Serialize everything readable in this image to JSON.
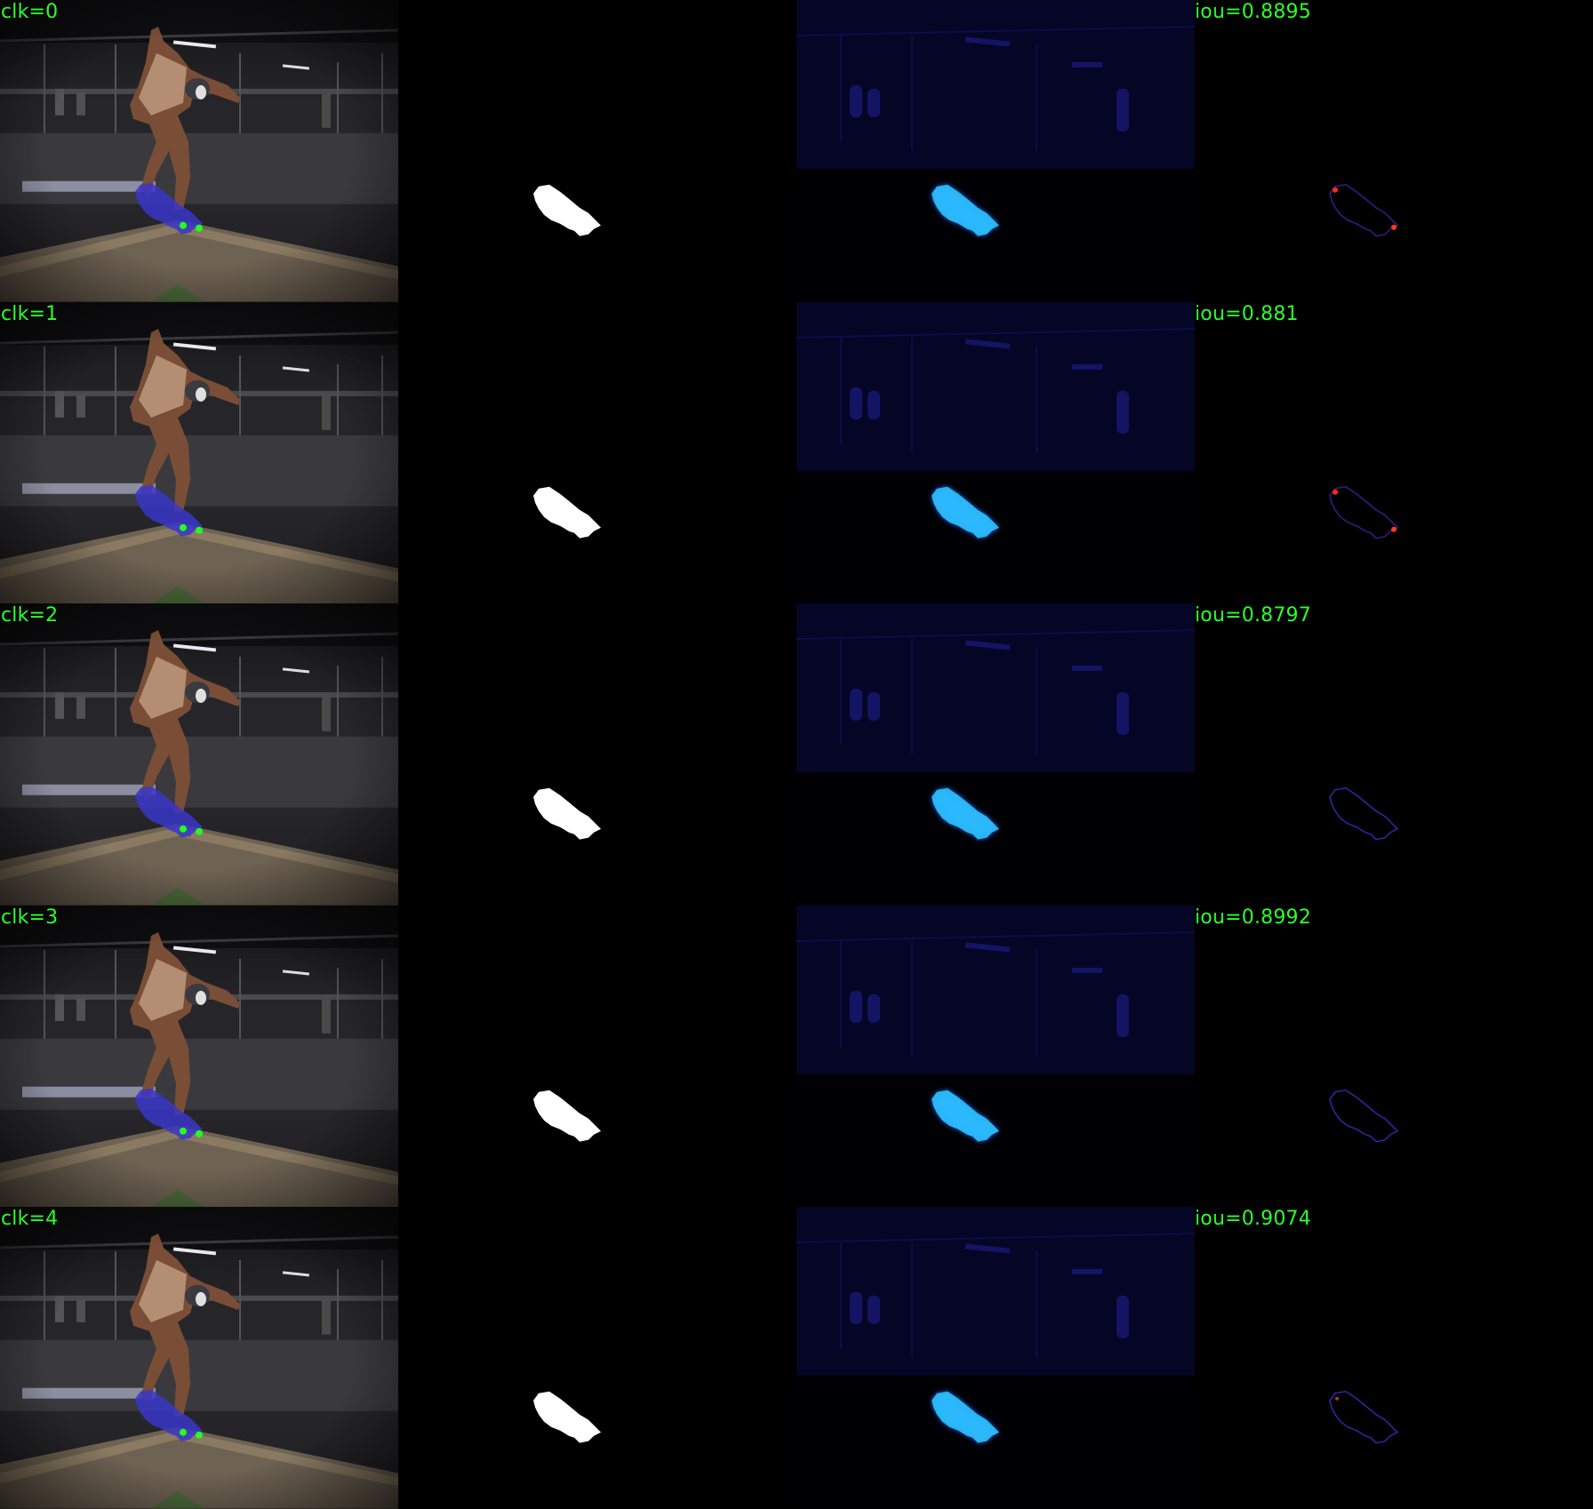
{
  "label_color": "#2bff2b",
  "rows": [
    {
      "click_label": "clk=0",
      "iou_label": "iou=0.8895",
      "click_points": [
        [
          0.46,
          0.76
        ],
        [
          0.505,
          0.76
        ]
      ],
      "error_hue": "red"
    },
    {
      "click_label": "clk=1",
      "iou_label": "iou=0.881",
      "click_points": [
        [
          0.46,
          0.76
        ],
        [
          0.505,
          0.76
        ]
      ],
      "error_hue": "red"
    },
    {
      "click_label": "clk=2",
      "iou_label": "iou=0.8797",
      "click_points": [
        [
          0.46,
          0.76
        ],
        [
          0.505,
          0.76
        ]
      ],
      "error_hue": "blue"
    },
    {
      "click_label": "clk=3",
      "iou_label": "iou=0.8992",
      "click_points": [
        [
          0.46,
          0.76
        ],
        [
          0.505,
          0.76
        ]
      ],
      "error_hue": "blue"
    },
    {
      "click_label": "clk=4",
      "iou_label": "iou=0.9074",
      "click_points": [
        [
          0.46,
          0.76
        ],
        [
          0.505,
          0.76
        ]
      ],
      "error_hue": "mixed"
    }
  ]
}
